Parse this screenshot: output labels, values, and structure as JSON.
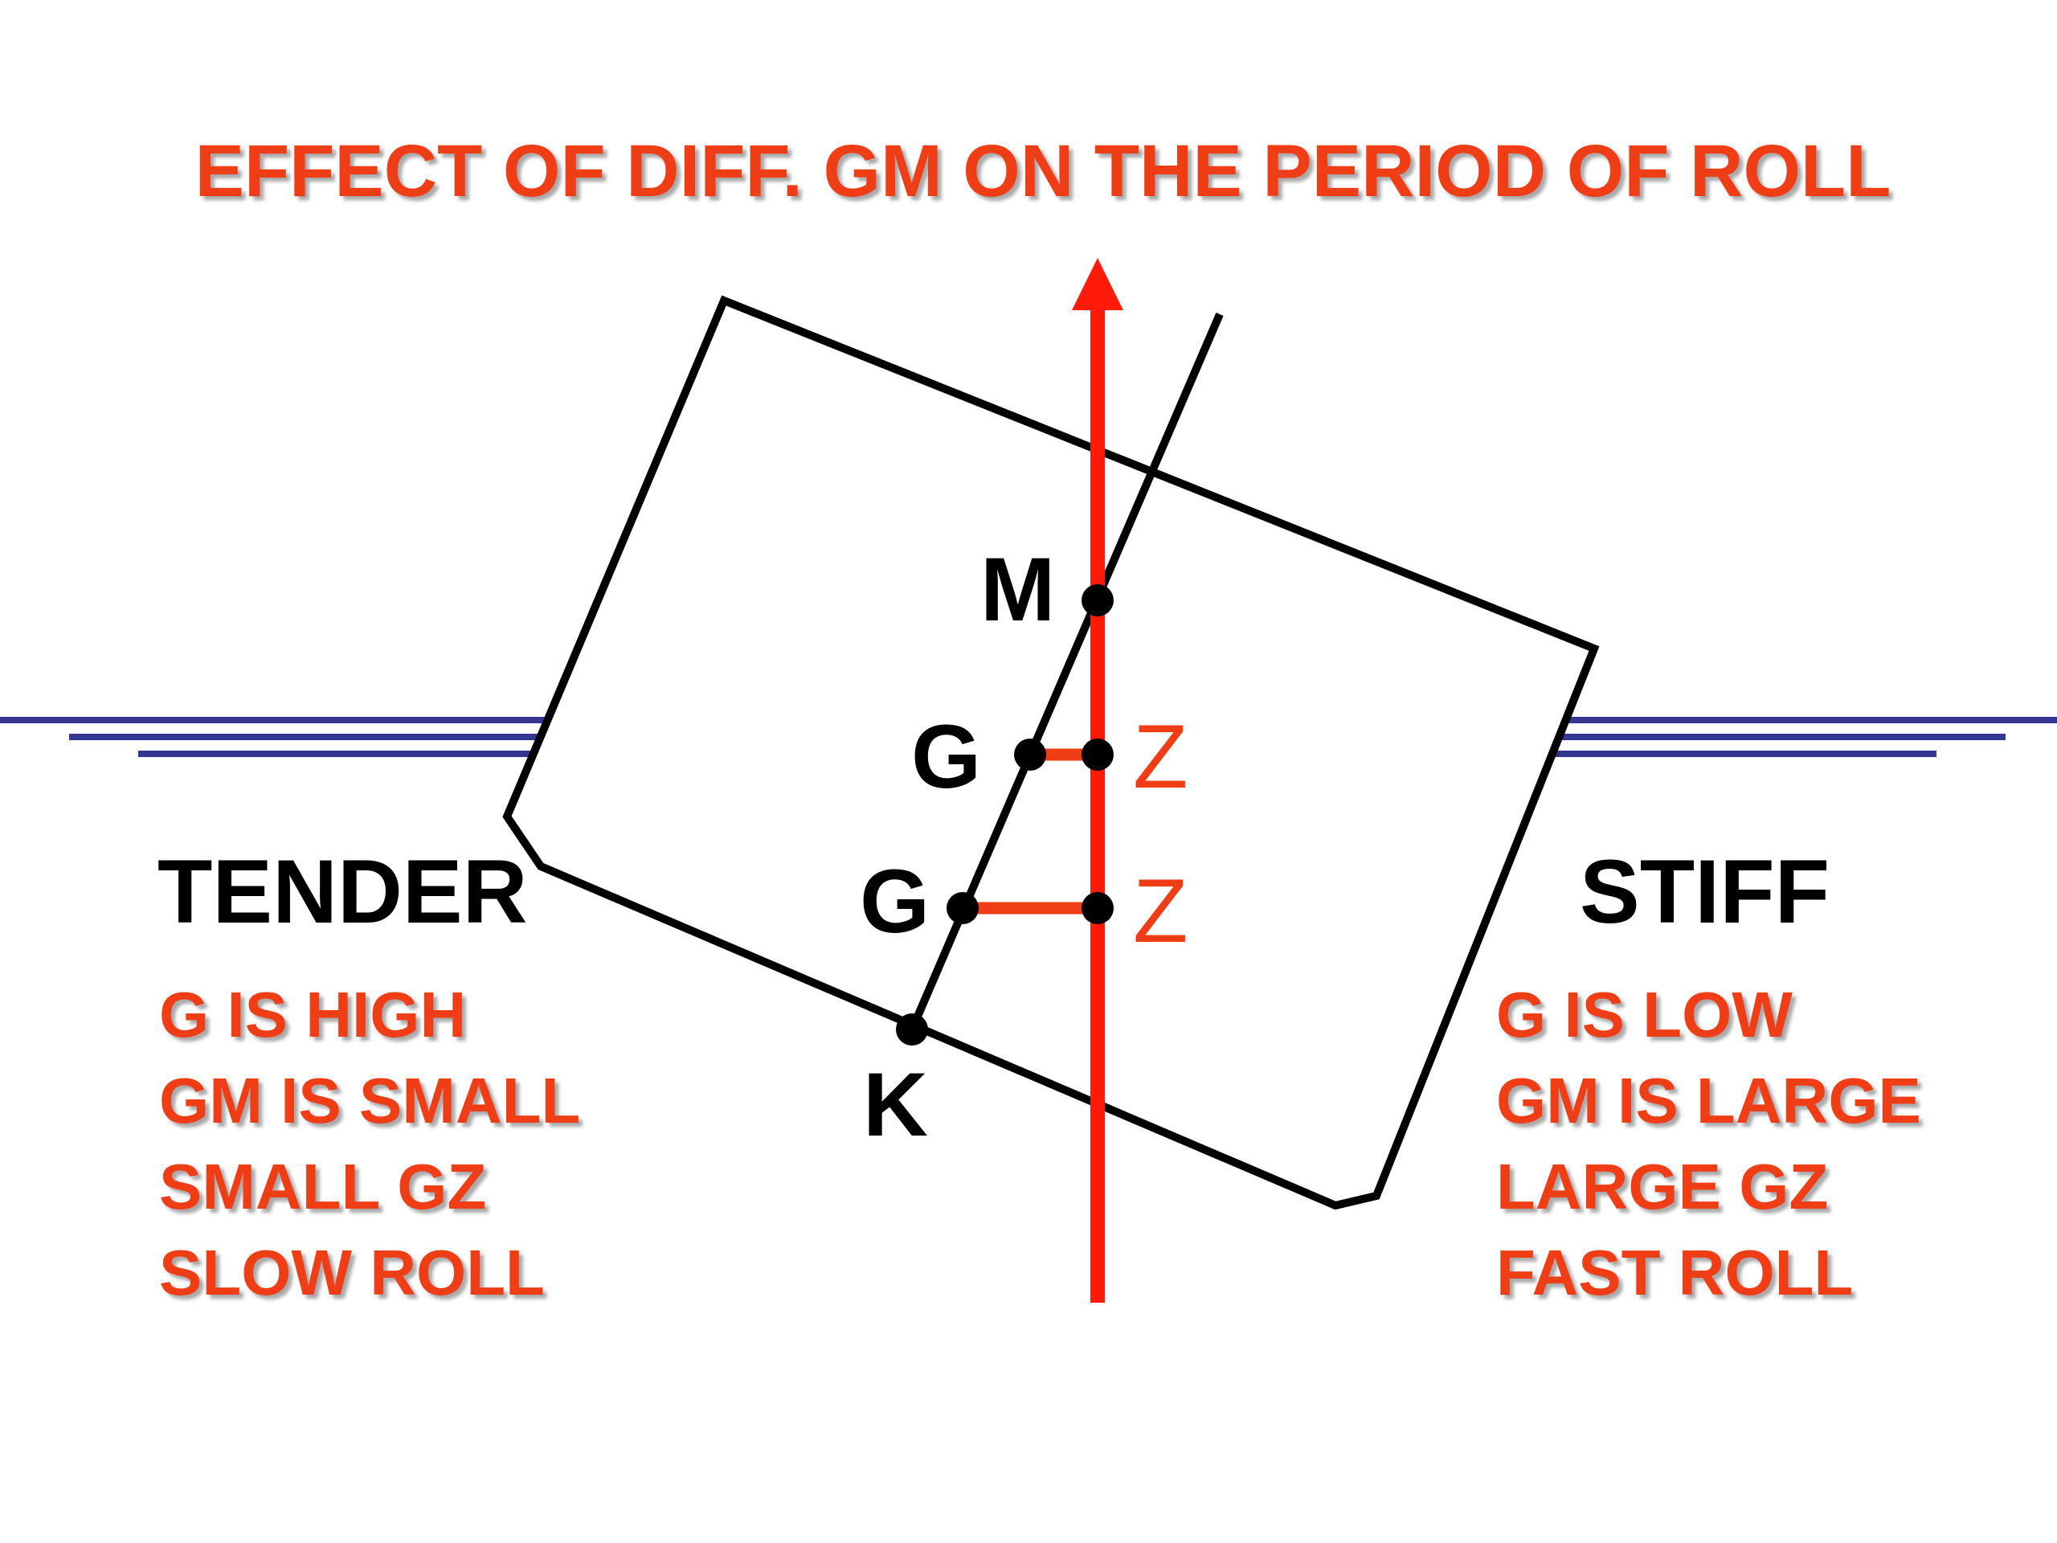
{
  "title": "EFFECT OF DIFF. GM ON THE PERIOD OF ROLL",
  "left_panel": {
    "heading": "TENDER",
    "lines": [
      "G IS HIGH",
      "GM IS SMALL",
      "SMALL GZ",
      "SLOW ROLL"
    ]
  },
  "right_panel": {
    "heading": "STIFF",
    "lines": [
      "G IS LOW",
      "GM IS LARGE",
      "LARGE GZ",
      "FAST ROLL"
    ]
  },
  "points": {
    "m": "M",
    "g_upper": "G",
    "g_lower": "G",
    "k": "K",
    "z_upper": "Z",
    "z_lower": "Z"
  },
  "colors": {
    "title": "#ef3e16",
    "vertical_arrow": "#ff1a0a",
    "gz_lever": "#ef3e16",
    "waterline": "#35368f",
    "hull": "#000000"
  }
}
